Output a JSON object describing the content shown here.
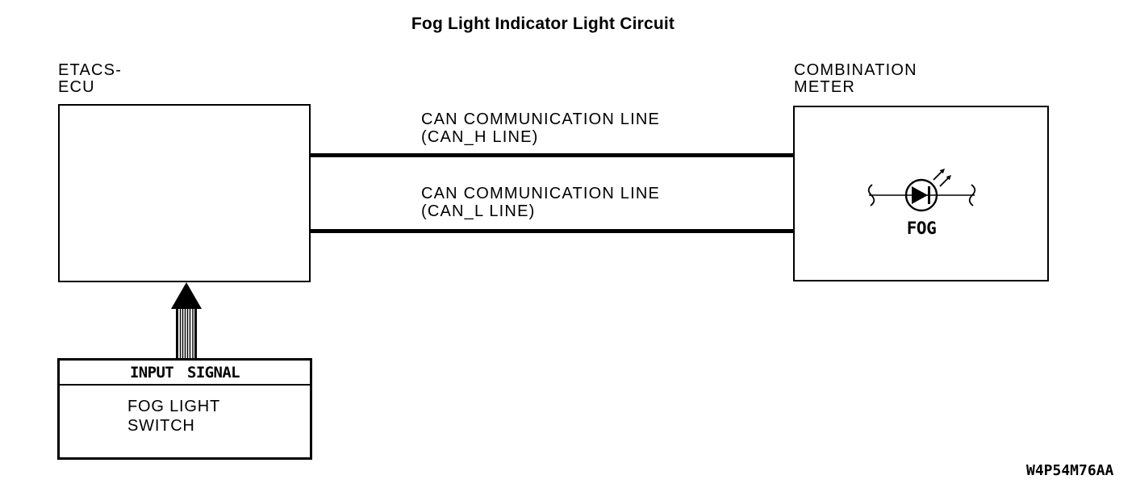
{
  "title": "Fog Light Indicator Light Circuit",
  "figure_code": "W4P54M76AA",
  "colors": {
    "ink": "#000000",
    "background": "#ffffff"
  },
  "blocks": {
    "etacs_ecu": {
      "label_line1": "ETACS-",
      "label_line2": "ECU"
    },
    "combination_meter": {
      "label_line1": "COMBINATION",
      "label_line2": "METER"
    },
    "fog_light_switch": {
      "header": "INPUT SIGNAL",
      "label_line1": "FOG LIGHT",
      "label_line2": "SWITCH"
    }
  },
  "wires": {
    "can_h": {
      "label_line1": "CAN COMMUNICATION LINE",
      "label_line2": "(CAN_H LINE)"
    },
    "can_l": {
      "label_line1": "CAN COMMUNICATION LINE",
      "label_line2": "(CAN_L LINE)"
    }
  },
  "indicator": {
    "label": "FOG"
  },
  "icons": {
    "led": "fog-indicator-led-icon",
    "input_arrow": "input-signal-arrow-icon"
  }
}
